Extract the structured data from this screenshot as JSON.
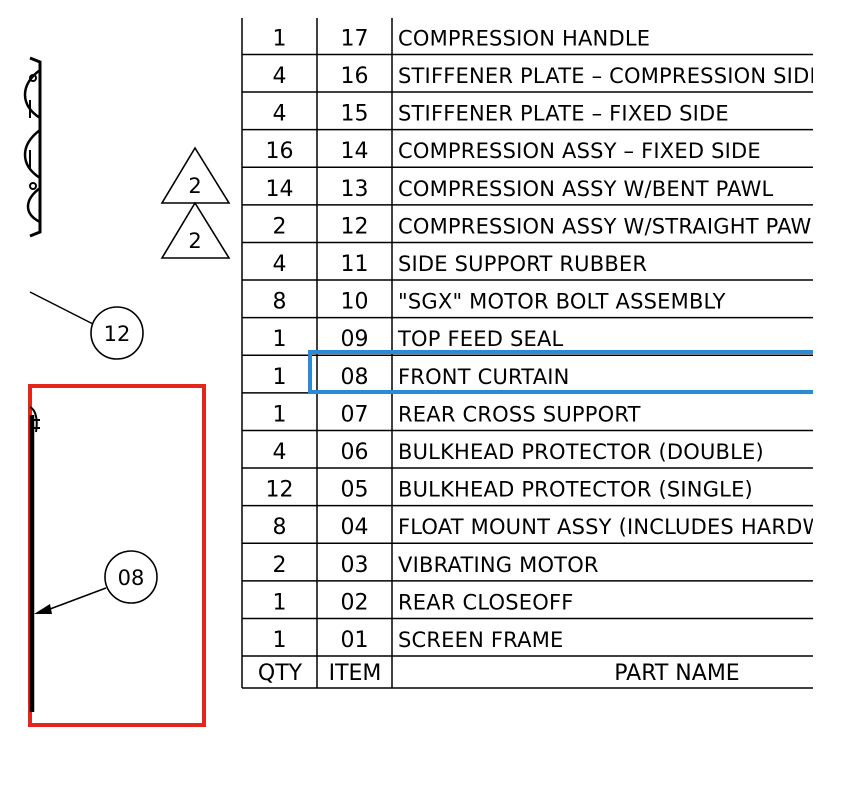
{
  "table": {
    "header": {
      "qty": "QTY",
      "item": "ITEM",
      "name": "PART NAME"
    },
    "rows": [
      {
        "qty": "1",
        "item": "17",
        "name": "COMPRESSION HANDLE"
      },
      {
        "qty": "4",
        "item": "16",
        "name": "STIFFENER PLATE – COMPRESSION SIDE"
      },
      {
        "qty": "4",
        "item": "15",
        "name": "STIFFENER PLATE – FIXED SIDE"
      },
      {
        "qty": "16",
        "item": "14",
        "name": "COMPRESSION ASSY – FIXED SIDE"
      },
      {
        "qty": "14",
        "item": "13",
        "name": "COMPRESSION ASSY W/BENT PAWL"
      },
      {
        "qty": "2",
        "item": "12",
        "name": "COMPRESSION ASSY W/STRAIGHT PAWL"
      },
      {
        "qty": "4",
        "item": "11",
        "name": "SIDE SUPPORT RUBBER"
      },
      {
        "qty": "8",
        "item": "10",
        "name": "\"SGX\" MOTOR BOLT ASSEMBLY"
      },
      {
        "qty": "1",
        "item": "09",
        "name": "TOP FEED SEAL"
      },
      {
        "qty": "1",
        "item": "08",
        "name": "FRONT CURTAIN"
      },
      {
        "qty": "1",
        "item": "07",
        "name": "REAR CROSS SUPPORT"
      },
      {
        "qty": "4",
        "item": "06",
        "name": "BULKHEAD PROTECTOR (DOUBLE)"
      },
      {
        "qty": "12",
        "item": "05",
        "name": "BULKHEAD PROTECTOR (SINGLE)"
      },
      {
        "qty": "8",
        "item": "04",
        "name": "FLOAT MOUNT ASSY (INCLUDES HARDWARE)"
      },
      {
        "qty": "2",
        "item": "03",
        "name": "VIBRATING MOTOR"
      },
      {
        "qty": "1",
        "item": "02",
        "name": "REAR CLOSEOFF"
      },
      {
        "qty": "1",
        "item": "01",
        "name": "SCREEN FRAME"
      }
    ]
  },
  "balloons": {
    "rev_marker_1": "2",
    "rev_marker_2": "2",
    "callout_12": "12",
    "callout_08": "08"
  },
  "colors": {
    "ink": "#000000",
    "red_highlight": "#e3261c",
    "blue_highlight": "#2b8ad6"
  }
}
